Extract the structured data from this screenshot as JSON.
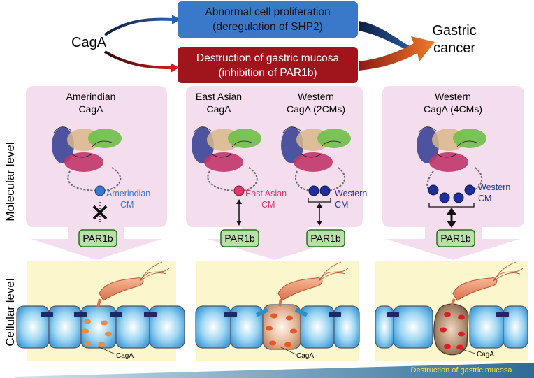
{
  "top": {
    "cagA_label": "CagA",
    "box_blue_line1": "Abnormal cell proliferation",
    "box_blue_line2": "(deregulation of SHP2)",
    "box_red_line1": "Destruction of gastric mucosa",
    "box_red_line2": "(inhibition of PAR1b)",
    "outcome_line1": "Gastric",
    "outcome_line2": "cancer",
    "colors": {
      "blue_box": "#3a78c9",
      "red_box": "#a0151b",
      "arrow_orange": "#f05a1e"
    }
  },
  "side_labels": {
    "molecular": "Molecular level",
    "cellular": "Cellular level"
  },
  "panels": [
    {
      "title_line1": "Amerindian",
      "title_line2": "CagA",
      "cm_label_line1": "Amerindian",
      "cm_label_line2": "CM",
      "par1b": "PAR1b",
      "cm_color": "#3a78c9"
    },
    {
      "title_a_line1": "East Asian",
      "title_a_line2": "CagA",
      "title_b_line1": "Western",
      "title_b_line2": "CagA (2CMs)",
      "cm_a_label_line1": "East Asian",
      "cm_a_label_line2": "CM",
      "cm_b_label_line1": "Western",
      "cm_b_label_line2": "CM",
      "par1b_a": "PAR1b",
      "par1b_b": "PAR1b",
      "cm_a_color": "#e03a6a",
      "cm_b_color": "#1f2f9a"
    },
    {
      "title_line1": "Western",
      "title_line2": "CagA (4CMs)",
      "cm_label_line1": "Western",
      "cm_label_line2": "CM",
      "par1b": "PAR1b",
      "cm_color": "#1f2f9a"
    }
  ],
  "cells": {
    "caga_label_1": "CagA",
    "caga_label_2": "CagA",
    "caga_label_3": "CagA"
  },
  "bottom_bar": {
    "label": "Destruction of gastric mucosa",
    "label_color": "#f3e640"
  }
}
